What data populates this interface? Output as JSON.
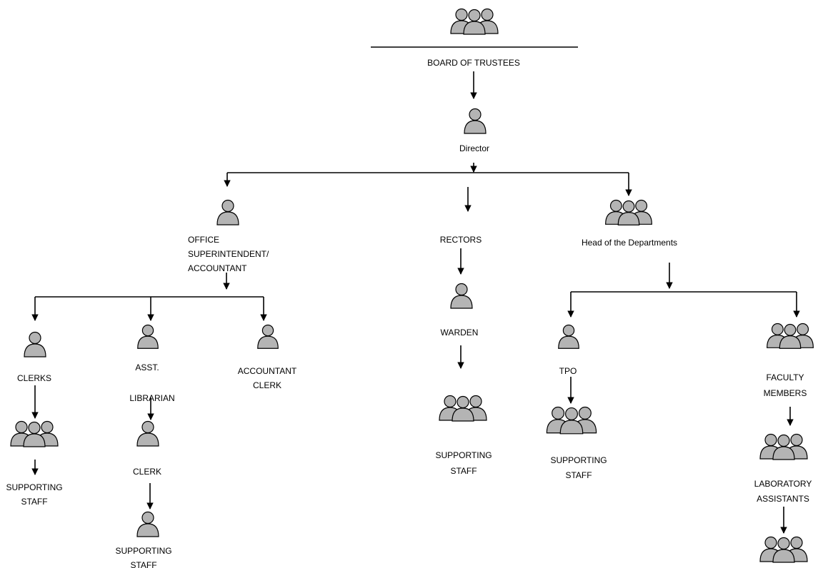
{
  "org_chart": {
    "board": "BOARD OF TRUSTEES",
    "director": "Director",
    "office_superintendent": [
      "OFFICE",
      "SUPERINTENDENT/",
      "ACCOUNTANT"
    ],
    "rectors": "RECTORS",
    "heads": "Head of the Departments",
    "clerks": "CLERKS",
    "asst_librarian": [
      "ASST.",
      "LIBRARIAN"
    ],
    "accountant_clerk": "ACCOUNTANT CLERK",
    "warden": "WARDEN",
    "tpo": "TPO",
    "faculty_members": [
      "FACULTY",
      "MEMBERS"
    ],
    "clerk": "CLERK",
    "laboratory_assistants": [
      "LABORATORY",
      "ASSISTANTS"
    ],
    "supporting_staff": [
      "SUPPORTING",
      "STAFF"
    ]
  },
  "colors": {
    "icon_fill": "#b4b4b4",
    "line": "#000000"
  },
  "icons": [
    "person-icon",
    "group-icon"
  ]
}
